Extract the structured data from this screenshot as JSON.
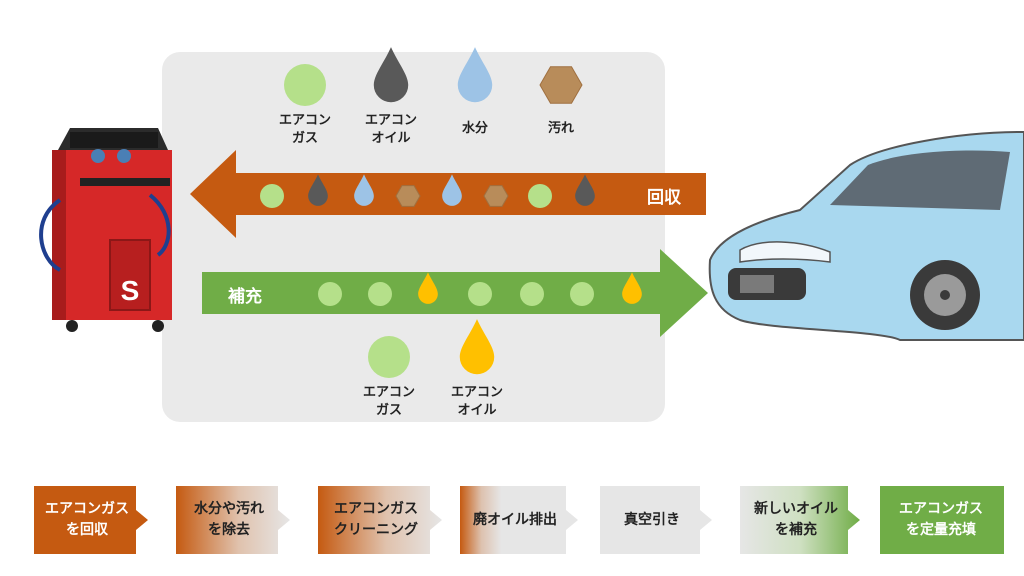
{
  "legend_top": [
    {
      "icon": "circle",
      "color": "#b5e08a",
      "label": "エアコン\nガス"
    },
    {
      "icon": "drop",
      "color": "#595959",
      "label": "エアコン\nオイル"
    },
    {
      "icon": "drop",
      "color": "#9dc3e6",
      "label": "水分"
    },
    {
      "icon": "hexagon",
      "color": "#b88c5a",
      "label": "汚れ"
    }
  ],
  "legend_bottom": [
    {
      "icon": "circle",
      "color": "#b5e08a",
      "label": "エアコン\nガス"
    },
    {
      "icon": "drop",
      "color": "#ffc000",
      "label": "エアコン\nオイル"
    }
  ],
  "recover_arrow": {
    "label": "回収",
    "color": "#c55a11",
    "items": [
      "circle",
      "drop-gray",
      "drop-blue",
      "hexagon",
      "drop-blue",
      "hexagon",
      "circle",
      "drop-gray"
    ]
  },
  "recharge_arrow": {
    "label": "補充",
    "color": "#70ad47",
    "items": [
      "circle",
      "circle",
      "drop-yellow",
      "circle",
      "circle",
      "circle",
      "drop-yellow"
    ]
  },
  "steps": [
    {
      "label": "エアコンガス\nを回収",
      "style": "orange"
    },
    {
      "label": "水分や汚れ\nを除去",
      "style": "orange-fade"
    },
    {
      "label": "エアコンガス\nクリーニング",
      "style": "orange-fade"
    },
    {
      "label": "廃オイル排出",
      "style": "orange-edge"
    },
    {
      "label": "真空引き",
      "style": "gray"
    },
    {
      "label": "新しいオイル\nを補充",
      "style": "green-fade"
    },
    {
      "label": "エアコンガス\nを定量充填",
      "style": "green"
    }
  ],
  "colors": {
    "panel": "#eaeaea",
    "orange": "#c55a11",
    "green": "#70ad47",
    "gray": "#d9d9d9",
    "car": "#a9d8ef",
    "machine": "#d62828"
  }
}
